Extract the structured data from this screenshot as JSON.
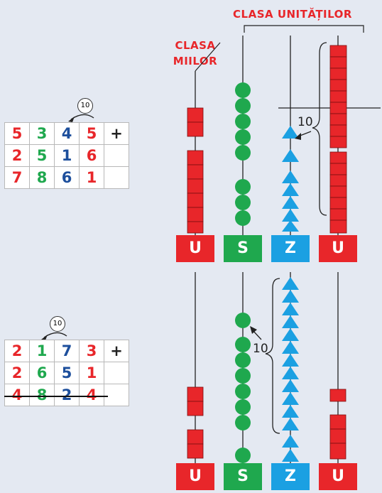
{
  "colors": {
    "units": "#e8262a",
    "tens": "#1ba0e2",
    "hundreds": "#1fa84e",
    "thousands_text": "#1d4f9c",
    "background": "#e4e9f2"
  },
  "headings": {
    "class_units": "CLASA UNITĂȚILOR",
    "class_thousands_line1": "CLASA",
    "class_thousands_line2": "MIILOR"
  },
  "problem1": {
    "carry": "10",
    "rows": [
      [
        "5",
        "3",
        "4",
        "5",
        "+"
      ],
      [
        "2",
        "5",
        "1",
        "6",
        ""
      ],
      [
        "7",
        "8",
        "6",
        "1",
        ""
      ]
    ],
    "abacus_note": "10"
  },
  "problem2": {
    "carry": "10",
    "rows": [
      [
        "2",
        "1",
        "7",
        "3",
        "+"
      ],
      [
        "2",
        "6",
        "5",
        "1",
        ""
      ],
      [
        "4",
        "8",
        "2",
        "4",
        ""
      ]
    ],
    "abacus_note": "10"
  },
  "abacus_labels": [
    "U",
    "S",
    "Z",
    "U"
  ]
}
